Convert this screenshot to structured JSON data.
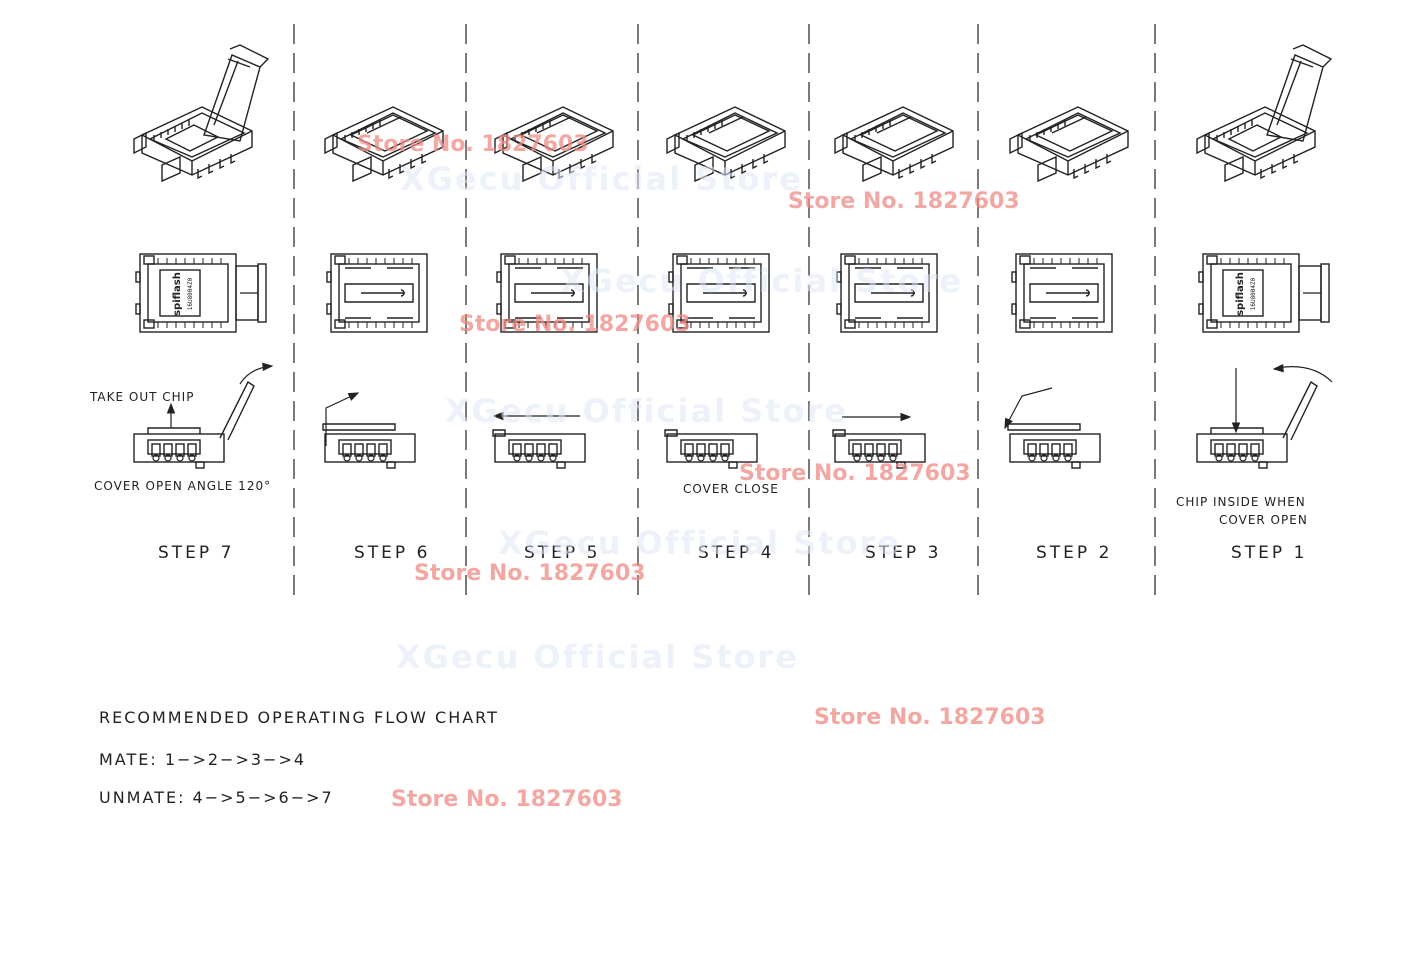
{
  "steps": [
    {
      "label": "STEP  7"
    },
    {
      "label": "STEP  6"
    },
    {
      "label": "STEP  5"
    },
    {
      "label": "STEP  4"
    },
    {
      "label": "STEP  3"
    },
    {
      "label": "STEP  2"
    },
    {
      "label": "STEP  1"
    }
  ],
  "annotations": {
    "take_out_chip": "TAKE  OUT  CHIP",
    "cover_open_angle": "COVER  OPEN  ANGLE  120°",
    "cover_close": "COVER  CLOSE",
    "chip_inside_line1": "CHIP  INSIDE  WHEN",
    "chip_inside_line2": "COVER  OPEN"
  },
  "chip_marking": {
    "brand": "spiflash",
    "line2": "16U8004Z0"
  },
  "footer": {
    "title": "RECOMMENDED  OPERATING  FLOW  CHART",
    "mate": "MATE:  1−>2−>3−>4",
    "unmate": "UNMATE:  4−>5−>6−>7"
  },
  "watermarks": {
    "store": "Store No. 1827603",
    "official": "XGecu Official Store"
  },
  "colors": {
    "line": "#222222",
    "watermark_red": "#f08a84",
    "watermark_blue": "#dfe6f6"
  }
}
